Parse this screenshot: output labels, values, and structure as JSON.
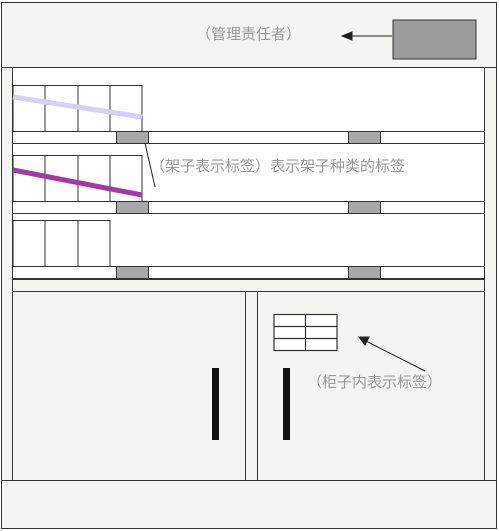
{
  "labels": {
    "manager": "（管理责任者）",
    "shelf_label": "（架子表示标签）表示架子种类的标签",
    "cabinet_label": "（柜子内表示标签）"
  },
  "colors": {
    "outline": "#333333",
    "panel_fill": "#f4f4f2",
    "shelf_fill": "#ffffff",
    "tag_fill": "#a8a8a8",
    "top_tag_fill": "#9c9c9c",
    "stripe_light": "#d4d2f4",
    "stripe_purple": "#a23aa2",
    "handle": "#111111",
    "text": "#9a9a9a"
  }
}
